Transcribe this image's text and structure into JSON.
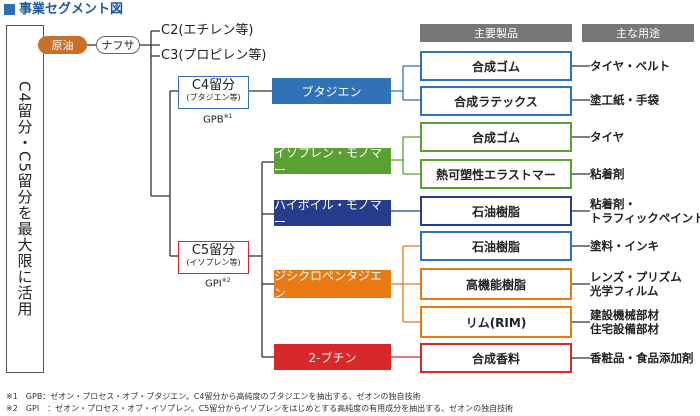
{
  "title": "事業セグメント図",
  "side_label": "C4留分・C5留分を最大限に活用",
  "feed": {
    "crude": "原油",
    "naphtha": "ナフサ"
  },
  "fractions": {
    "c2": "C2(エチレン等)",
    "c3": "C3(プロピレン等)",
    "c4": {
      "name": "C4留分",
      "sub": "(ブタジエン等)",
      "code": "GPB",
      "note_mark": "※1"
    },
    "c5": {
      "name": "C5留分",
      "sub": "(イソプレン等)",
      "code": "GPI",
      "note_mark": "※2"
    }
  },
  "headers": {
    "products": "主要製品",
    "uses": "主な用途"
  },
  "intermediates": {
    "butadiene": "ブタジエン",
    "isoprene": "イソプレン・モノマー",
    "hipolymer": "ハイポイル・モノマー",
    "dcpd": "ジシクロペンタジエン",
    "butyne": "2-ブチン"
  },
  "products": [
    {
      "label": "合成ゴム",
      "use": "タイヤ・ベルト"
    },
    {
      "label": "合成ラテックス",
      "use": "塗工紙・手袋"
    },
    {
      "label": "合成ゴム",
      "use": "タイヤ"
    },
    {
      "label": "熱可塑性エラストマー",
      "use": "粘着剤"
    },
    {
      "label": "石油樹脂",
      "use": "粘着剤・\nトラフィックペイント"
    },
    {
      "label": "石油樹脂",
      "use": "塗料・インキ"
    },
    {
      "label": "高機能樹脂",
      "use": "レンズ・プリズム\n光学フィルム"
    },
    {
      "label": "リム(RIM)",
      "use": "建設機械部材\n住宅設備部材"
    },
    {
      "label": "合成香料",
      "use": "香粧品・食品添加剤"
    }
  ],
  "notes": [
    "※1　GPB：ゼオン・プロセス・オブ・ブタジエン。C4留分から高純度のブタジエンを抽出する、ゼオンの独自技術",
    "※2　GPI　：ゼオン・プロセス・オブ・イソプレン。C5留分からイソプレンをはじめとする高純度の有用成分を抽出する、ゼオンの独自技術"
  ],
  "colors": {
    "title": "#1f5aa0",
    "crude": "#c8702a",
    "blue": "#2f72b8",
    "green": "#5aa032",
    "navy": "#283c8c",
    "orange": "#e87a14",
    "red": "#d8282a",
    "header": "#777777"
  }
}
